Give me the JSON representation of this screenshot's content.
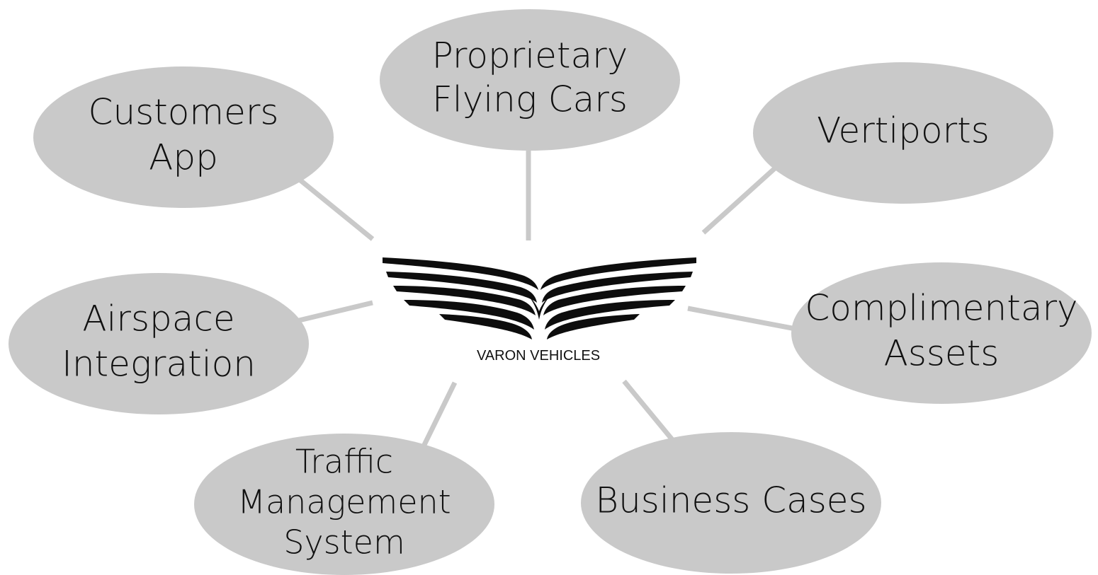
{
  "colors": {
    "bubble_fill": "#c9c9c9",
    "connector": "#c9c9c9",
    "logo": "#0d0d0d",
    "text": "#111111",
    "background": "#ffffff"
  },
  "center": {
    "logo_icon": "wings-logo-icon",
    "name": "VARON VEHICLES"
  },
  "nodes": [
    {
      "id": "proprietary-flying-cars",
      "lines": [
        "Proprietary",
        "Flying Cars"
      ]
    },
    {
      "id": "customers-app",
      "lines": [
        "Customers",
        "App"
      ]
    },
    {
      "id": "vertiports",
      "lines": [
        "Vertiports"
      ]
    },
    {
      "id": "airspace-integration",
      "lines": [
        "Airspace",
        "Integration"
      ]
    },
    {
      "id": "complimentary-assets",
      "lines": [
        "Complimentary",
        "Assets"
      ]
    },
    {
      "id": "traffic-management-system",
      "lines": [
        "Traffic",
        "Management",
        "System"
      ]
    },
    {
      "id": "business-cases",
      "lines": [
        "Business Cases"
      ]
    }
  ]
}
